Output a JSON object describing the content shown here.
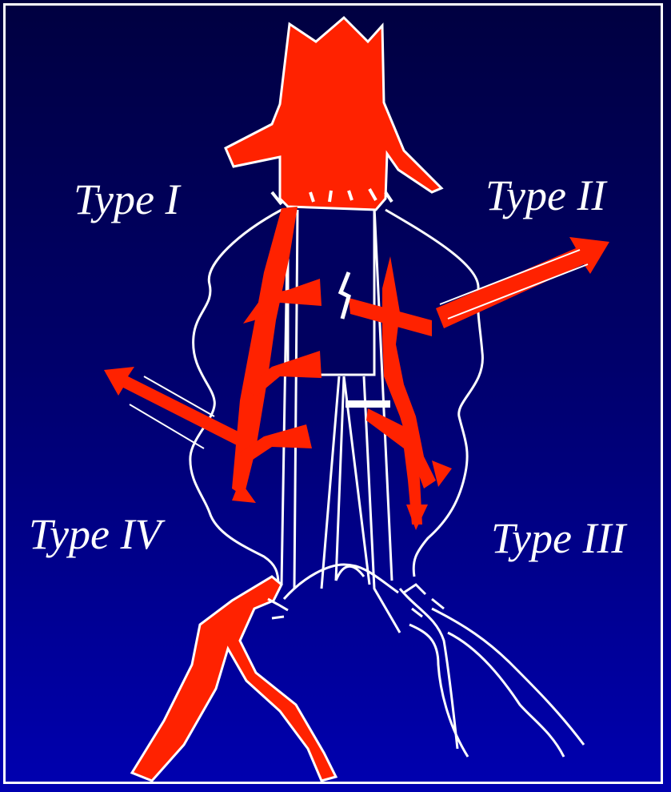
{
  "labels": {
    "type1": "Type I",
    "type2": "Type II",
    "type3": "Type III",
    "type4": "Type IV"
  },
  "colors": {
    "background_top": "#000040",
    "background_bottom": "#0000b0",
    "blood_flow": "#ff2200",
    "vessel_outline": "#ffffff"
  }
}
